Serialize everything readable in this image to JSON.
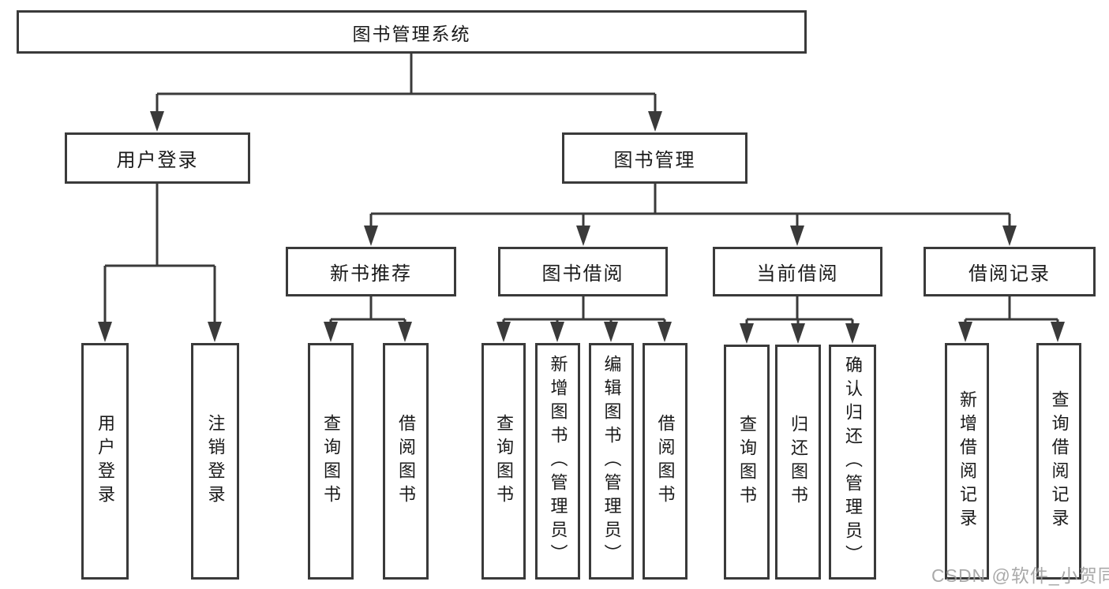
{
  "colors": {
    "line": "#3a3a3a",
    "text": "#1a1a1a",
    "watermark": "#9e9e9e",
    "background": "#ffffff"
  },
  "tree": {
    "label": "图书管理系统",
    "children": [
      {
        "label": "用户登录",
        "children": [
          {
            "label": "用户登录"
          },
          {
            "label": "注销登录"
          }
        ]
      },
      {
        "label": "图书管理",
        "children": [
          {
            "label": "新书推荐",
            "children": [
              {
                "label": "查询图书"
              },
              {
                "label": "借阅图书"
              }
            ]
          },
          {
            "label": "图书借阅",
            "children": [
              {
                "label": "查询图书"
              },
              {
                "label": "新增图书（管理员）"
              },
              {
                "label": "编辑图书（管理员）"
              },
              {
                "label": "借阅图书"
              }
            ]
          },
          {
            "label": "当前借阅",
            "children": [
              {
                "label": "查询图书"
              },
              {
                "label": "归还图书"
              },
              {
                "label": "确认归还（管理员）"
              }
            ]
          },
          {
            "label": "借阅记录",
            "children": [
              {
                "label": "新增借阅记录"
              },
              {
                "label": "查询借阅记录"
              }
            ]
          }
        ]
      }
    ]
  },
  "watermark": {
    "text": "CSDN @软件_小贺同学"
  }
}
